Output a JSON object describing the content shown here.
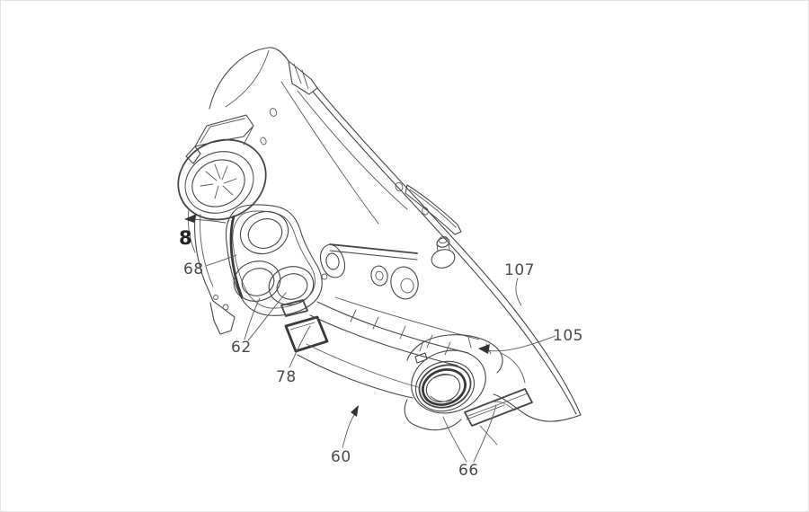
{
  "figure": {
    "title": "Patent-style isometric line drawing of a vehicle frame bracket assembly",
    "background_color": "#ffffff",
    "line_color": "#474747",
    "label_color": "#4a4a4a"
  },
  "labels": {
    "view": {
      "text": "8"
    },
    "r68": {
      "text": "68"
    },
    "r62": {
      "text": "62"
    },
    "r78": {
      "text": "78"
    },
    "r60": {
      "text": "60"
    },
    "r66": {
      "text": "66"
    },
    "r107": {
      "text": "107"
    },
    "r105": {
      "text": "105"
    }
  }
}
